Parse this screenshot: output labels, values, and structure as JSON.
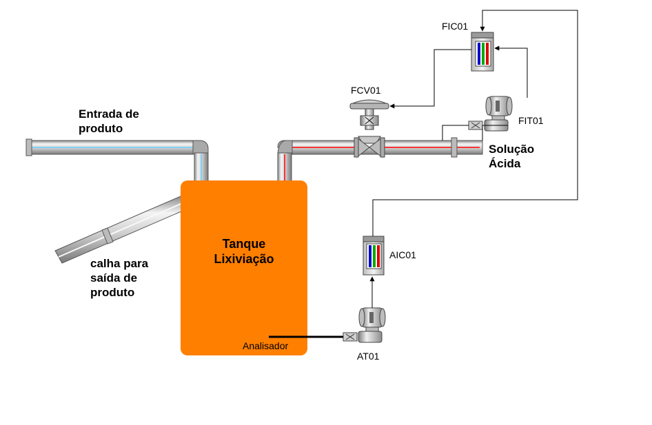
{
  "labels": {
    "inlet": "Entrada de\nproduto",
    "outlet": "calha para\nsaída de\nproduto",
    "tank": "Tanque\nLixiviação",
    "acid": "Solução\nÁcida",
    "analyzer": "Analisador"
  },
  "tags": {
    "fcv": "FCV01",
    "fic": "FIC01",
    "fit": "FIT01",
    "aic": "AIC01",
    "at": "AT01"
  },
  "colors": {
    "tank": "#ff7f00",
    "product_stripe": "#66ccff",
    "acid_stripe": "#ff0000",
    "pipe": "#d9d9d9",
    "bar_blue": "#0000cc",
    "bar_green": "#00aa00",
    "bar_red": "#dd0000"
  }
}
